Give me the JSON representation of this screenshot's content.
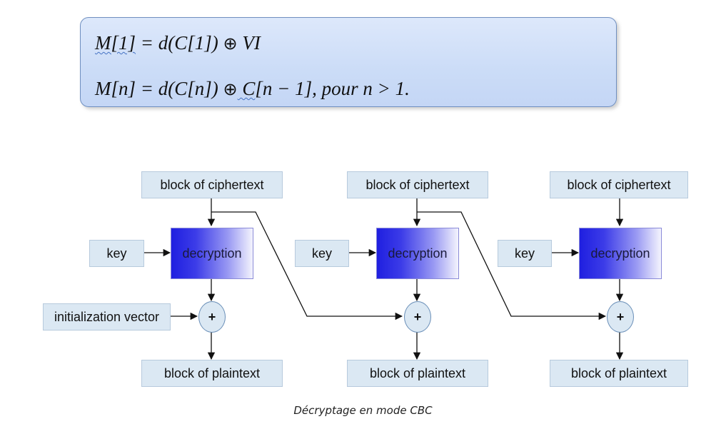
{
  "formulas": {
    "line1": {
      "lhs": "M[1]",
      "rest": " = d(C[1]) ",
      "op": "⊕",
      "tail": " VI"
    },
    "line2": {
      "lhs": "M[n]",
      "mid": " = d(C[n]) ",
      "op": "⊕",
      "c": " C",
      "tail": "[n − 1],  pour n > 1."
    }
  },
  "diagram": {
    "stages": [
      {
        "ciphertext": "block of ciphertext",
        "key": "key",
        "decryption": "decryption",
        "xor": "+",
        "plaintext": "block of plaintext"
      },
      {
        "ciphertext": "block of ciphertext",
        "key": "key",
        "decryption": "decryption",
        "xor": "+",
        "plaintext": "block of plaintext"
      },
      {
        "ciphertext": "block of ciphertext",
        "key": "key",
        "decryption": "decryption",
        "xor": "+",
        "plaintext": "block of plaintext"
      }
    ],
    "iv": "initialization vector"
  },
  "caption": "Décryptage en mode CBC",
  "colors": {
    "box_fill": "#dbe8f3",
    "decryption_start": "#1f1fe0",
    "formula_bg": "#cbdcf7"
  }
}
